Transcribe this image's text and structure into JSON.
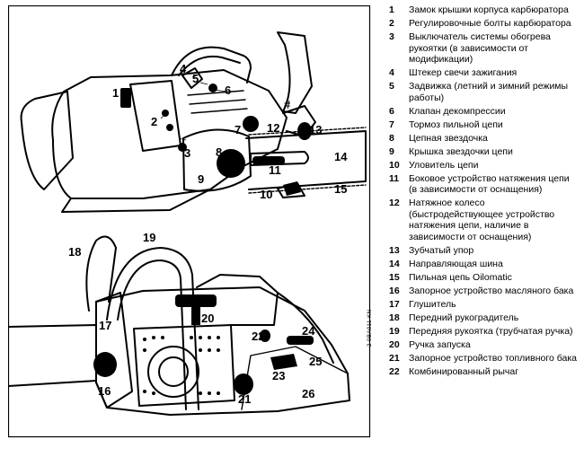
{
  "figure": {
    "code": "2 0BA011 KN",
    "upper_labels": [
      "1",
      "2",
      "3",
      "4",
      "5",
      "6",
      "#",
      "7",
      "12",
      "13",
      "8",
      "11",
      "14",
      "9",
      "10",
      "15"
    ],
    "lower_labels": [
      "18",
      "19",
      "17",
      "20",
      "22",
      "24",
      "25",
      "23",
      "16",
      "21",
      "26"
    ]
  },
  "legend": [
    {
      "num": "1",
      "text": "Замок крышки корпуса карбюратора"
    },
    {
      "num": "2",
      "text": "Регулировочные болты карбюратора"
    },
    {
      "num": "3",
      "text": "Выключатель системы обогрева рукоятки (в зависимости от модификации)"
    },
    {
      "num": "4",
      "text": "Штекер свечи зажигания"
    },
    {
      "num": "5",
      "text": "Задвижка (летний и зимний режимы работы)"
    },
    {
      "num": "6",
      "text": "Клапан декомпрессии"
    },
    {
      "num": "7",
      "text": "Тормоз пильной цепи"
    },
    {
      "num": "8",
      "text": "Цепная звездочка"
    },
    {
      "num": "9",
      "text": "Крышка звездочки цепи"
    },
    {
      "num": "10",
      "text": "Уловитель цепи"
    },
    {
      "num": "11",
      "text": "Боковое устройство натяжения цепи (в зависимости от оснащения)"
    },
    {
      "num": "12",
      "text": "Натяжное колесо (быстродействующее устройство натяжения цепи, наличие в зависимости от оснащения)"
    },
    {
      "num": "13",
      "text": "Зубчатый упор"
    },
    {
      "num": "14",
      "text": "Направляющая шина"
    },
    {
      "num": "15",
      "text": "Пильная цепь Oilomatic"
    },
    {
      "num": "16",
      "text": "Запорное устройство масляного бака"
    },
    {
      "num": "17",
      "text": "Глушитель"
    },
    {
      "num": "18",
      "text": "Передний рукоградитель"
    },
    {
      "num": "19",
      "text": "Передняя рукоятка (трубчатая ручка)"
    },
    {
      "num": "20",
      "text": "Ручка запуска"
    },
    {
      "num": "21",
      "text": "Запорное устройство топливного бака"
    },
    {
      "num": "22",
      "text": "Комбинированный рычаг"
    }
  ]
}
